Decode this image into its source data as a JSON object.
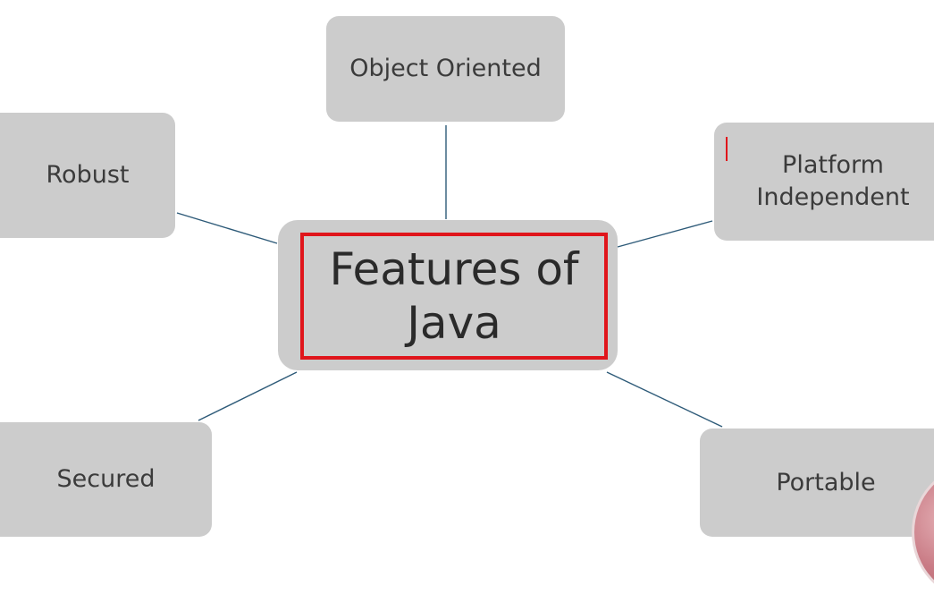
{
  "diagram": {
    "center": {
      "title_line1": "Features of",
      "title_line2": "Java"
    },
    "nodes": {
      "object_oriented": "Object Oriented",
      "robust": "Robust",
      "platform_line1": "Platform",
      "platform_line2": "Independent",
      "secured": "Secured",
      "portable": "Portable"
    },
    "colors": {
      "node_fill": "#cccccc",
      "connector": "#2d5a78",
      "highlight": "#e0151b",
      "text": "#3b3b3b"
    }
  }
}
